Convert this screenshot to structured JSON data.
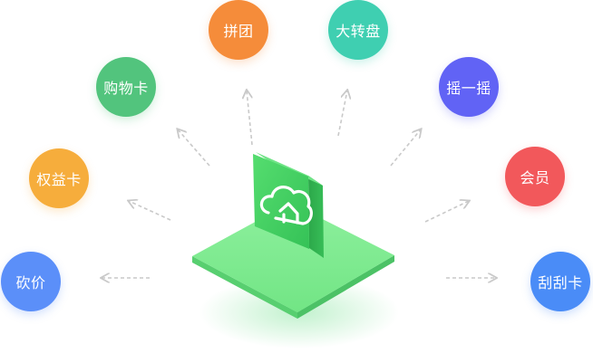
{
  "features": [
    {
      "id": "kanjia",
      "label": "砍价",
      "color": "#5b8ff9"
    },
    {
      "id": "quanyika",
      "label": "权益卡",
      "color": "#f6ad3c"
    },
    {
      "id": "gouwuka",
      "label": "购物卡",
      "color": "#52c47d"
    },
    {
      "id": "pintuan",
      "label": "拼团",
      "color": "#f58c3a"
    },
    {
      "id": "dazhuanpan",
      "label": "大转盘",
      "color": "#3fcfb1"
    },
    {
      "id": "yaoyiyao",
      "label": "摇一摇",
      "color": "#6163f5"
    },
    {
      "id": "huiyuan",
      "label": "会员",
      "color": "#f2585b"
    },
    {
      "id": "guaguaka",
      "label": "刮刮卡",
      "color": "#4a8cf7"
    }
  ],
  "center": {
    "icon": "cloud-home-icon",
    "card_color": "#3fcf62",
    "platform_color": "#7fe890"
  },
  "arrow_color": "#c9c9c9"
}
